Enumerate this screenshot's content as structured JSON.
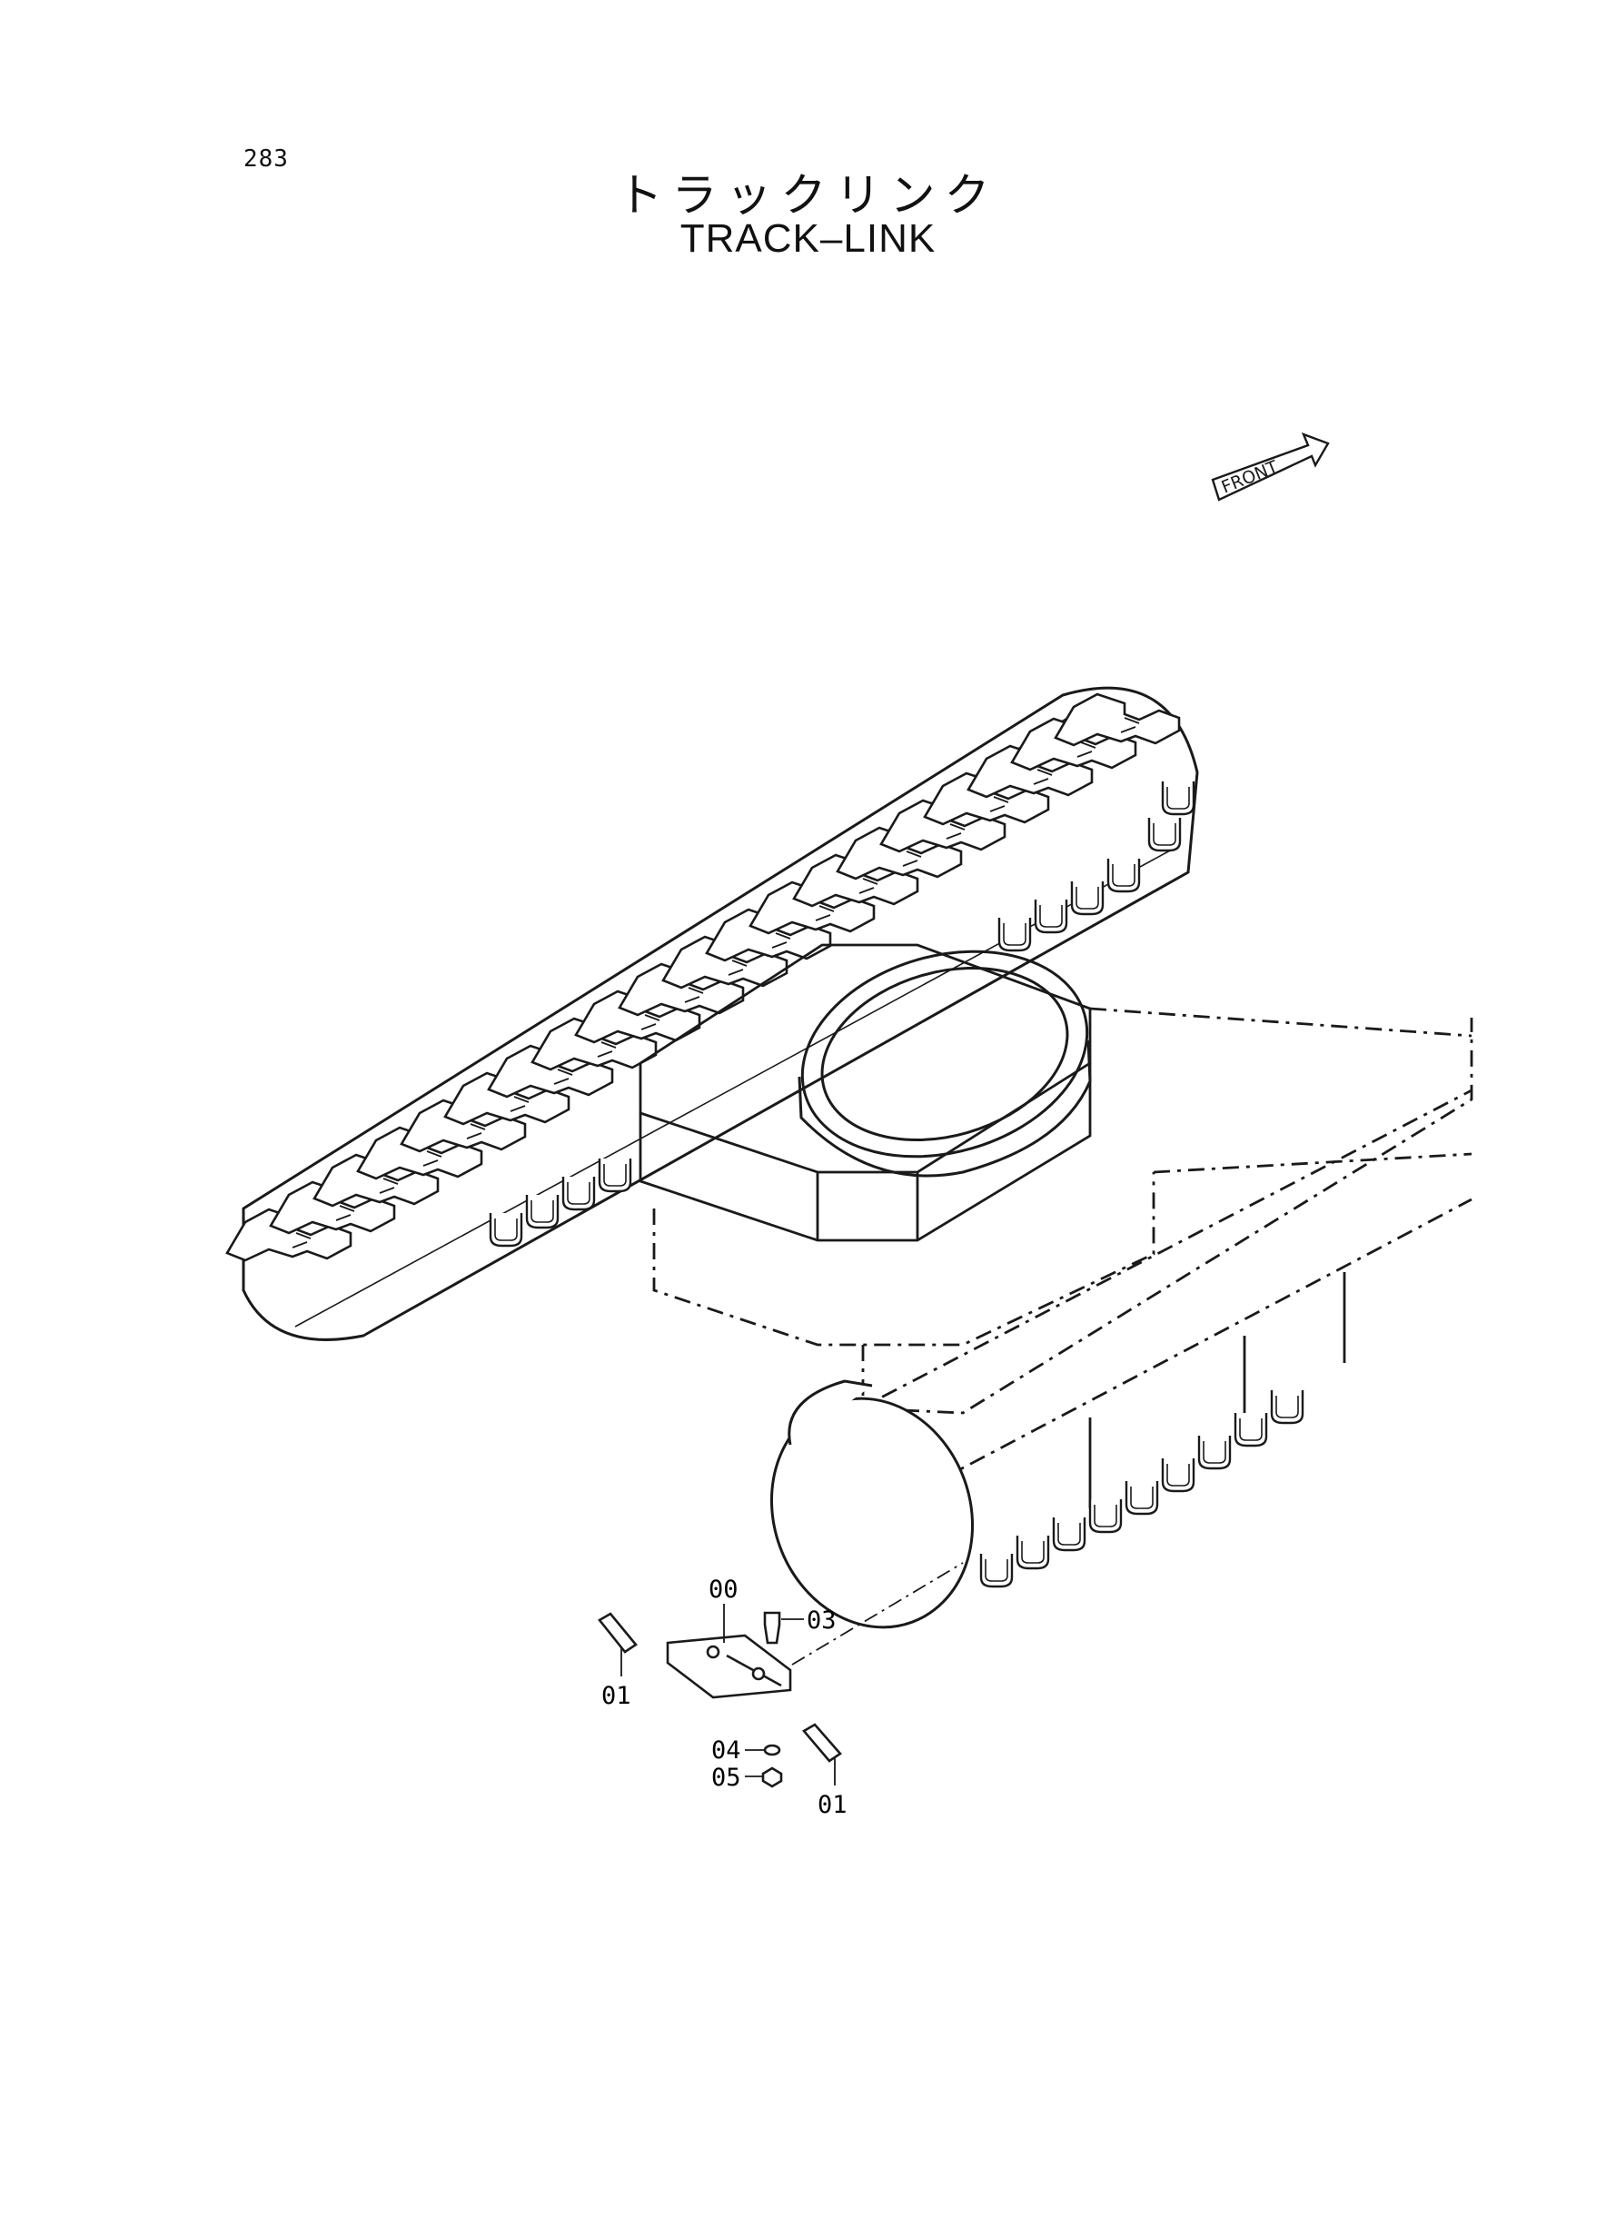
{
  "page": {
    "number": "283"
  },
  "title": {
    "japanese": "トラックリンク",
    "english": "TRACK–LINK"
  },
  "front_arrow": {
    "label": "FRONT"
  },
  "callouts": [
    {
      "id": "00",
      "label": "00"
    },
    {
      "id": "03",
      "label": "03"
    },
    {
      "id": "01a",
      "label": "01"
    },
    {
      "id": "01b",
      "label": "01"
    },
    {
      "id": "04",
      "label": "04"
    },
    {
      "id": "05",
      "label": "05"
    }
  ],
  "colors": {
    "line": "#1a1a1a",
    "background": "#ffffff"
  }
}
